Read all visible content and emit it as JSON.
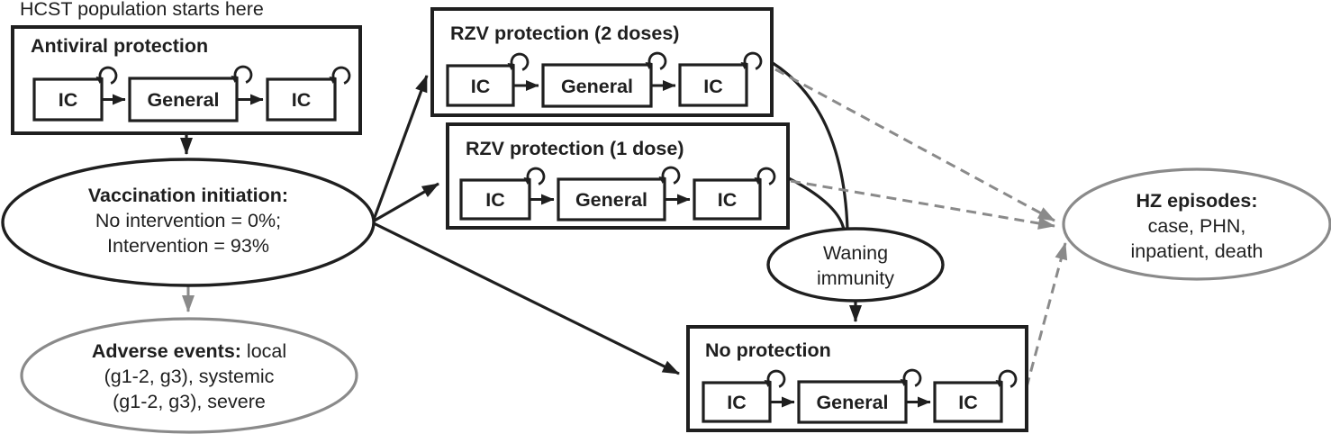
{
  "annotation": {
    "start_label": "HCST population starts here"
  },
  "boxes": {
    "antiviral": {
      "title": "Antiviral protection",
      "states": [
        "IC",
        "General",
        "IC"
      ]
    },
    "rzv2": {
      "title": "RZV protection (2 doses)",
      "states": [
        "IC",
        "General",
        "IC"
      ]
    },
    "rzv1": {
      "title": "RZV protection (1 dose)",
      "states": [
        "IC",
        "General",
        "IC"
      ]
    },
    "no_protection": {
      "title": "No protection",
      "states": [
        "IC",
        "General",
        "IC"
      ]
    }
  },
  "ellipses": {
    "vaccination": {
      "title": "Vaccination initiation:",
      "line2": "No intervention = 0%;",
      "line3": "Intervention = 93%"
    },
    "adverse_events": {
      "title": "Adverse events:",
      "title_rest": " local",
      "line2": "(g1-2, g3), systemic",
      "line3": "(g1-2, g3), severe"
    },
    "waning": {
      "line1": "Waning",
      "line2": "immunity"
    },
    "hz_episodes": {
      "title": "HZ episodes:",
      "line2": "case, PHN,",
      "line3": "inpatient, death"
    }
  },
  "colors": {
    "ink": "#1f1f1f",
    "gray": "#8a8a8a",
    "background": "#ffffff"
  }
}
